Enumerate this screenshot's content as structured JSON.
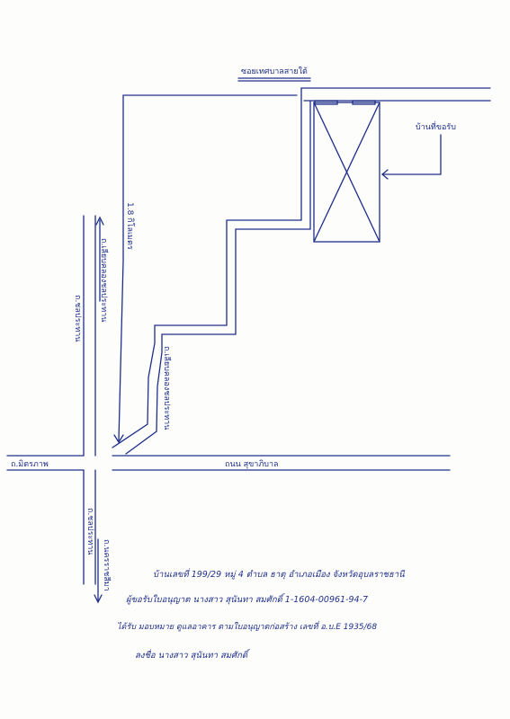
{
  "colors": {
    "ink": "#1f2f8a",
    "paper": "#fdfdfc"
  },
  "labels": {
    "destination_title": "ซอยเทศบาลสายใต้",
    "house_label": "บ้านที่ขอรับ",
    "distance_label": "1.8 กิโลเมตร",
    "road_left_upper": "ถ.เลียบคลองชลประทาน",
    "road_left_mid": "ถ.ชลประทาน",
    "road_diag": "ถ.เลียบคลองชลประทาน",
    "road_main_left": "ถ.มิตรภาพ",
    "road_main_right": "ถนน สุขาภิบาล",
    "road_left_lower": "ถ.ชลประทาน",
    "road_left_lower2": "ถ.นครราชสีมา"
  },
  "notes": {
    "line1": "บ้านเลขที่ 199/29 หมู่ 4 ตำบล ธาตุ อำเภอเมือง จังหวัดอุบลราชธานี",
    "line2": "ผู้ขอรับใบอนุญาต นางสาว สุนันทา สมศักดิ์ 1-1604-00961-94-7",
    "line3": "ได้รับ มอบหมาย ดูแลอาคาร ตามใบอนุญาตก่อสร้าง เลขที่ อ.บ.E 1935/68",
    "line4": "ลงชื่อ นางสาว สุนันทา สมศักดิ์"
  }
}
